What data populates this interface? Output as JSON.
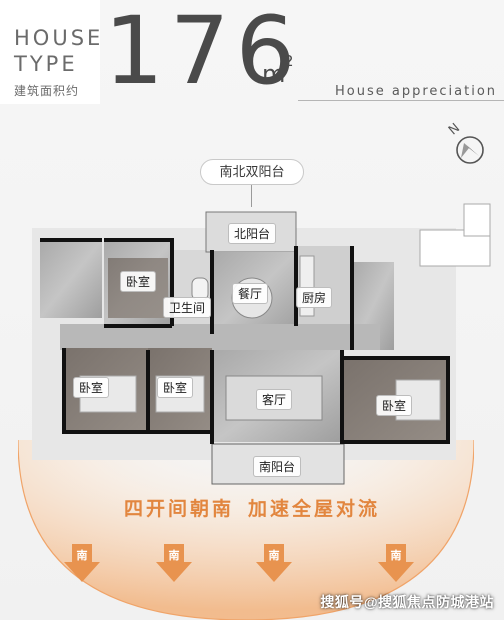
{
  "header": {
    "house_word": "HOUSE",
    "type_word": "TYPE",
    "area_label": "建筑面积约",
    "area_value": "176",
    "area_unit": "m",
    "area_unit_sup": "2",
    "appreciation": "House appreciation"
  },
  "plan": {
    "balcony_top_label": "南北双阳台",
    "rooms": {
      "north_balcony": "北阳台",
      "bedroom_nw": "卧室",
      "bathroom": "卫生间",
      "dining": "餐厅",
      "kitchen": "厨房",
      "bedroom_w": "卧室",
      "bedroom_c": "卧室",
      "living": "客厅",
      "bedroom_e": "卧室",
      "south_balcony": "南阳台"
    }
  },
  "slogan": {
    "part1": "四开间朝南",
    "part2": "加速全屋对流"
  },
  "south_arrows": [
    "南",
    "南",
    "南",
    "南"
  ],
  "watermark": "搜狐号@搜狐焦点防城港站",
  "colors": {
    "accent_orange": "#e2863f",
    "number_gray": "#4a4a4a"
  },
  "icons": [
    "compass-icon",
    "south-arrow-icon"
  ]
}
